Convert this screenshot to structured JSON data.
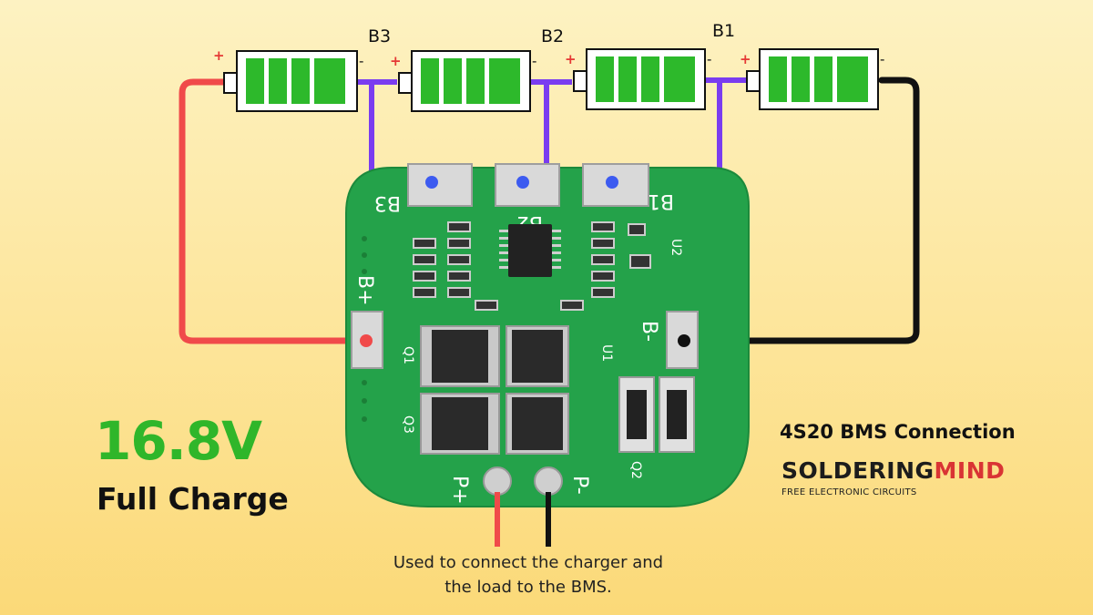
{
  "batteries": [
    {
      "plus": "+",
      "minus": "-"
    },
    {
      "plus": "+",
      "minus": "-"
    },
    {
      "plus": "+",
      "minus": "-"
    },
    {
      "plus": "+",
      "minus": "-"
    }
  ],
  "balance_labels": {
    "b3": "B3",
    "b2": "B2",
    "b1": "B1"
  },
  "pcb": {
    "pad_b3": "B3",
    "pad_b2": "B2",
    "pad_b1": "B1",
    "b_plus": "B+",
    "b_minus": "B-",
    "p_plus": "P+",
    "p_minus": "P-",
    "q1": "Q1",
    "q2": "Q2",
    "q3": "Q3",
    "u1": "U1",
    "u2": "U2"
  },
  "colors": {
    "pcb": "#24a24a",
    "cell": "#2db92b",
    "positive_wire": "#f04a4a",
    "negative_wire": "#111111",
    "balance_wire": "#7a3cf0"
  },
  "voltage": "16.8V",
  "charge_state": "Full Charge",
  "heading": "4S20 BMS Connection",
  "brand": {
    "part1": "SOLDERING",
    "part2": "MIND",
    "tagline": "FREE ELECTRONIC CIRCUITS"
  },
  "caption_line1": "Used to connect the charger and",
  "caption_line2": "the load to the BMS."
}
